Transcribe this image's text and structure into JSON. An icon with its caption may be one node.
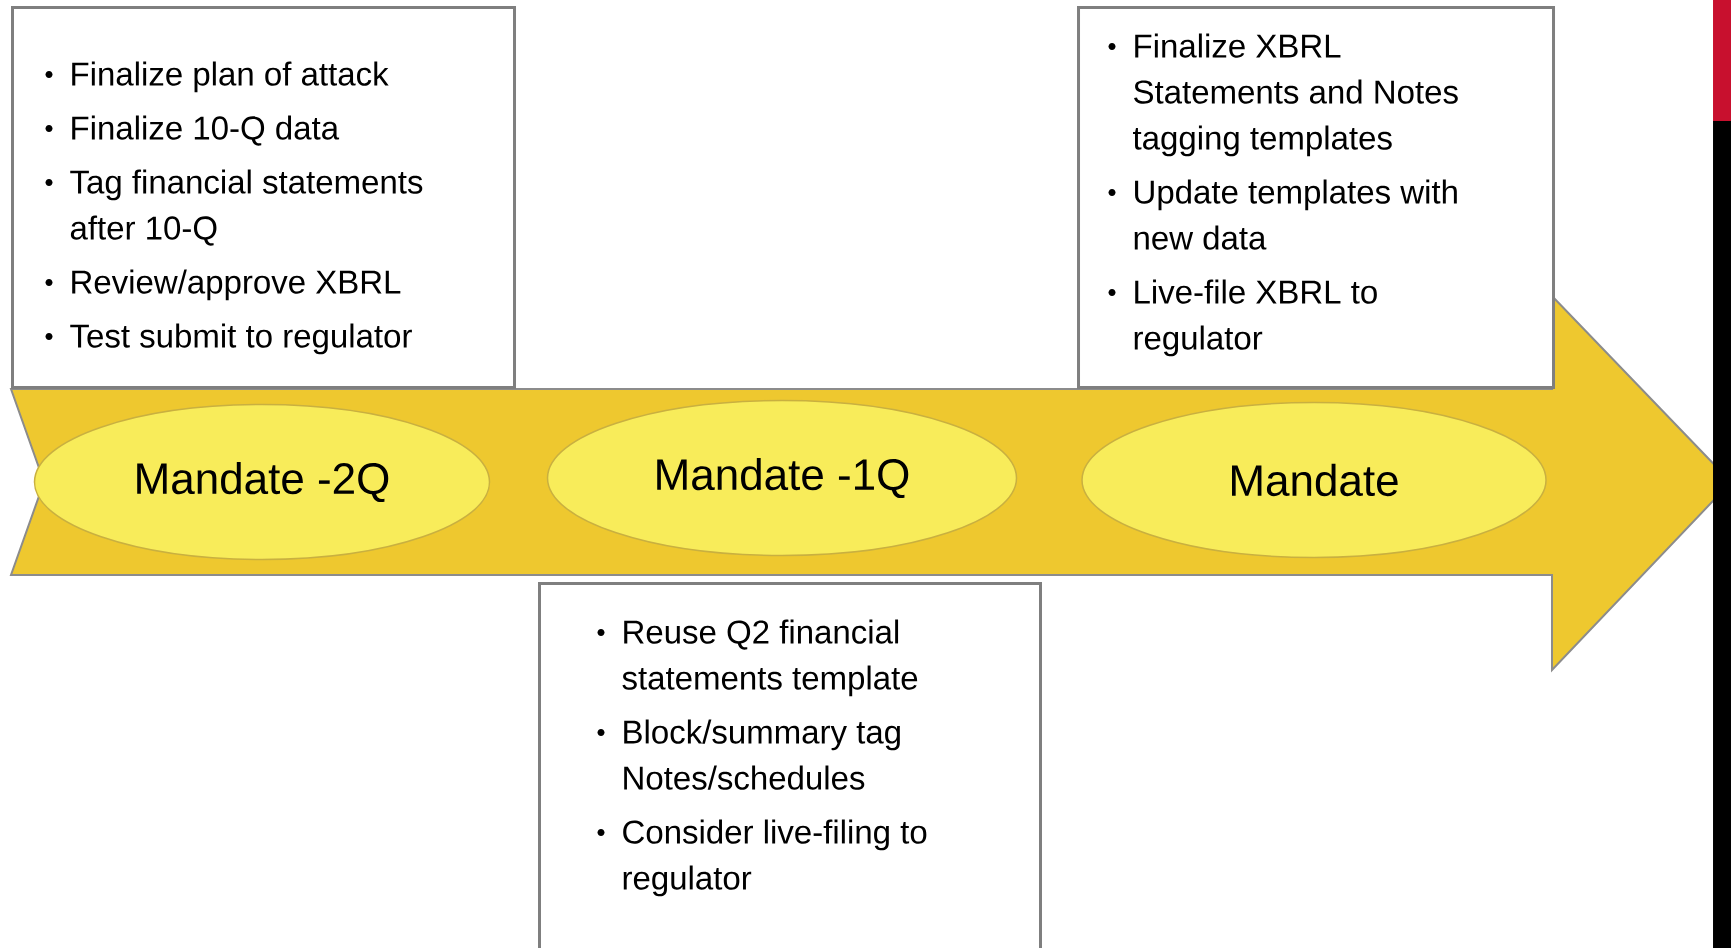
{
  "diagram": {
    "nodes": [
      {
        "text": [
          "Finalize plan of attack",
          "Finalize 10-Q data",
          "Tag financial statements after 10-Q",
          "Review/approve XBRL",
          "Test submit to regulator"
        ]
      },
      {
        "text": [
          "Reuse Q2 financial statements template",
          "Block/summary tag Notes/schedules",
          "Consider live-filing to regulator"
        ]
      },
      {
        "text": [
          "Finalize XBRL Statements and Notes tagging templates",
          "Update templates with new data",
          "Live-file XBRL to regulator"
        ]
      },
      {
        "text": [
          "Mandate -2Q"
        ]
      },
      {
        "text": [
          "Mandate -1Q"
        ]
      },
      {
        "text": [
          "Mandate"
        ]
      }
    ]
  }
}
